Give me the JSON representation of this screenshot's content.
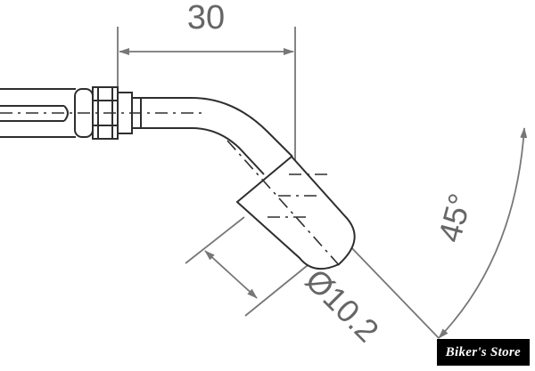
{
  "diagram": {
    "length_label": "30",
    "diameter_label": "Ø10.2",
    "angle_label": "45°",
    "line_color": "#2e2e2e",
    "dimension_color": "#777777",
    "label_color": "#666666"
  },
  "watermark": {
    "text": "Biker's Store",
    "background": "#000000",
    "color": "#ffffff"
  }
}
